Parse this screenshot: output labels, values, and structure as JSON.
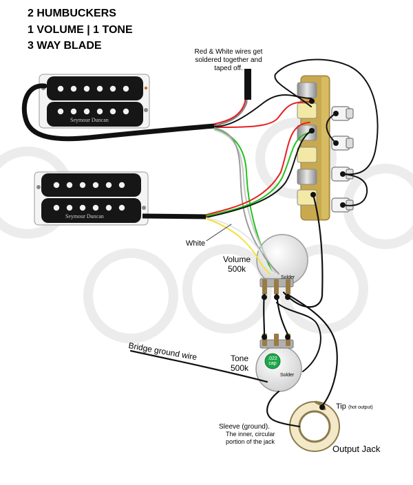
{
  "title": {
    "line1": "2 HUMBUCKERS",
    "line2": "1 VOLUME  | 1 TONE",
    "line3": "3 WAY BLADE"
  },
  "notes": {
    "red_white_line1": "Red & White wires get",
    "red_white_line2": "soldered together and",
    "red_white_line3": "taped off.",
    "white": "White",
    "bridge_ground": "Bridge ground wire"
  },
  "pickups": {
    "neck_brand": "Seymour Duncan",
    "bridge_brand": "Seymour Duncan"
  },
  "volume": {
    "label": "Volume",
    "value": "500k",
    "solder": "Solder"
  },
  "tone": {
    "label": "Tone",
    "value": "500k",
    "solder": "Solder",
    "cap_line1": ".022",
    "cap_line2": "cap"
  },
  "jack": {
    "label": "Output Jack",
    "tip": "Tip",
    "tip_note": "(hot output)",
    "sleeve_line1": "Sleeve (ground).",
    "sleeve_line2": "The inner, circular",
    "sleeve_line3": "portion of the jack"
  },
  "colors": {
    "black": "#000000",
    "red": "#e81e1e",
    "green": "#22c21e",
    "white_wire": "#f2f2f2",
    "yellow": "#f2e23a",
    "gray": "#9a9a9a",
    "switch_base": "#cfb35b",
    "brass": "#e8d97a",
    "pot_body": "#d9d9d9",
    "cap_green": "#1fa64a",
    "jack_cream": "#f3e9c9"
  }
}
